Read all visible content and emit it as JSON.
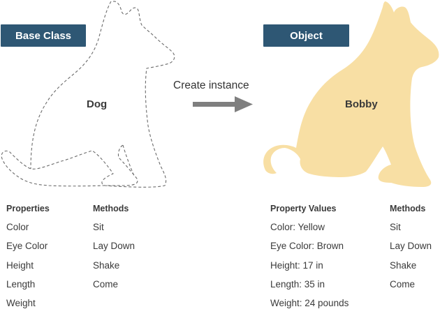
{
  "base_class": {
    "tag_label": "Base Class",
    "name": "Dog",
    "properties_header": "Properties",
    "properties": [
      "Color",
      "Eye Color",
      "Height",
      "Length",
      "Weight"
    ],
    "methods_header": "Methods",
    "methods": [
      "Sit",
      "Lay Down",
      "Shake",
      "Come"
    ]
  },
  "arrow": {
    "label": "Create instance",
    "color": "#7f7f7f"
  },
  "object": {
    "tag_label": "Object",
    "name": "Bobby",
    "fill_color": "#f8dfa4",
    "values_header": "Property Values",
    "values": [
      "Color: Yellow",
      "Eye Color: Brown",
      "Height: 17 in",
      "Length: 35 in",
      "Weight: 24 pounds"
    ],
    "methods_header": "Methods",
    "methods": [
      "Sit",
      "Lay Down",
      "Shake",
      "Come"
    ]
  },
  "colors": {
    "tag_background": "#2e5774",
    "outline_stroke": "#6b6b6b"
  }
}
